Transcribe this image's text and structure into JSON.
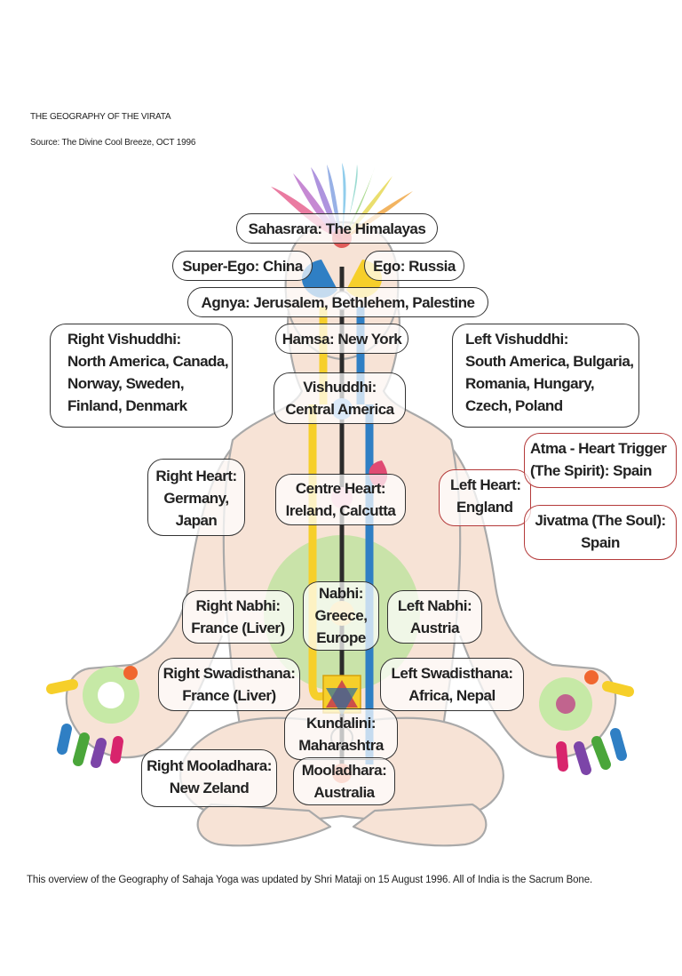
{
  "header": {
    "title": "THE GEOGRAPHY OF THE VIRATA",
    "source": "Source: The Divine Cool Breeze, OCT 1996"
  },
  "footer": {
    "note": "This overview of the Geography of Sahaja Yoga was updated by Shri Mataji on 15 August 1996. All of India is the Sacrum Bone."
  },
  "labels": {
    "sahasrara": "Sahasrara: The Himalayas",
    "super_ego": "Super-Ego: China",
    "ego": "Ego: Russia",
    "agnya": "Agnya: Jerusalem, Bethlehem, Palestine",
    "hamsa": "Hamsa: New York",
    "right_vishuddhi": [
      "Right Vishuddhi:",
      "North America, Canada,",
      "Norway, Sweden,",
      "Finland, Denmark"
    ],
    "left_vishuddhi": [
      "Left Vishuddhi:",
      "South America, Bulgaria,",
      "Romania, Hungary,",
      "Czech, Poland"
    ],
    "vishuddhi": [
      "Vishuddhi:",
      "Central America"
    ],
    "right_heart": [
      "Right Heart:",
      "Germany,",
      "Japan"
    ],
    "centre_heart": [
      "Centre Heart:",
      "Ireland, Calcutta"
    ],
    "left_heart": [
      "Left Heart:",
      "England"
    ],
    "atma": [
      "Atma - Heart Trigger",
      "(The Spirit): Spain"
    ],
    "jivatma": [
      "Jivatma (The Soul):",
      "Spain"
    ],
    "right_nabhi": [
      "Right Nabhi:",
      "France (Liver)"
    ],
    "nabhi": [
      "Nabhi:",
      "Greece,",
      "Europe"
    ],
    "left_nabhi": [
      "Left Nabhi:",
      "Austria"
    ],
    "right_swadisthana": [
      "Right Swadisthana:",
      "France (Liver)"
    ],
    "left_swadisthana": [
      "Left Swadisthana:",
      "Africa, Nepal"
    ],
    "kundalini": [
      "Kundalini:",
      "Maharashtra"
    ],
    "right_mooladhara": [
      "Right Mooladhara:",
      "New Zeland"
    ],
    "mooladhara": [
      "Mooladhara:",
      "Australia"
    ]
  },
  "colors": {
    "right_channel": "#f6cf2a",
    "left_channel": "#2f7fc4",
    "central_channel": "#2b2b2b",
    "body_fill": "#f7e3d6",
    "body_outline": "#a7a7a7",
    "nabhi_glow": "#b9e39a",
    "label_border": "#333333",
    "label_border_red": "#b43a3a"
  }
}
